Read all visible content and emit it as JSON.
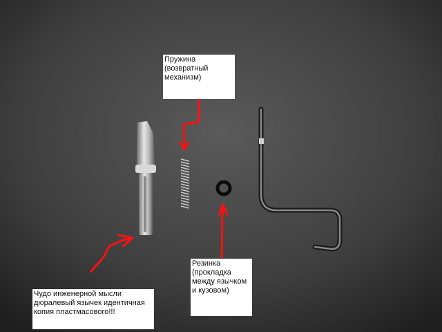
{
  "labels": {
    "spring": {
      "lines": [
        "Пружина",
        "(возвратный",
        "механизм)"
      ]
    },
    "rubber": {
      "lines": [
        "Резинка",
        "(прокладка",
        "между язычком",
        "и кузовом)"
      ]
    },
    "tongue": {
      "lines": [
        "Чудо инженерной мысли",
        "дюралевый язычек идентичная",
        "копия пластмасового!!!"
      ]
    }
  },
  "colors": {
    "background": "#3d3d3d",
    "arrow": "#ff1010",
    "label_bg": "#ffffff"
  }
}
